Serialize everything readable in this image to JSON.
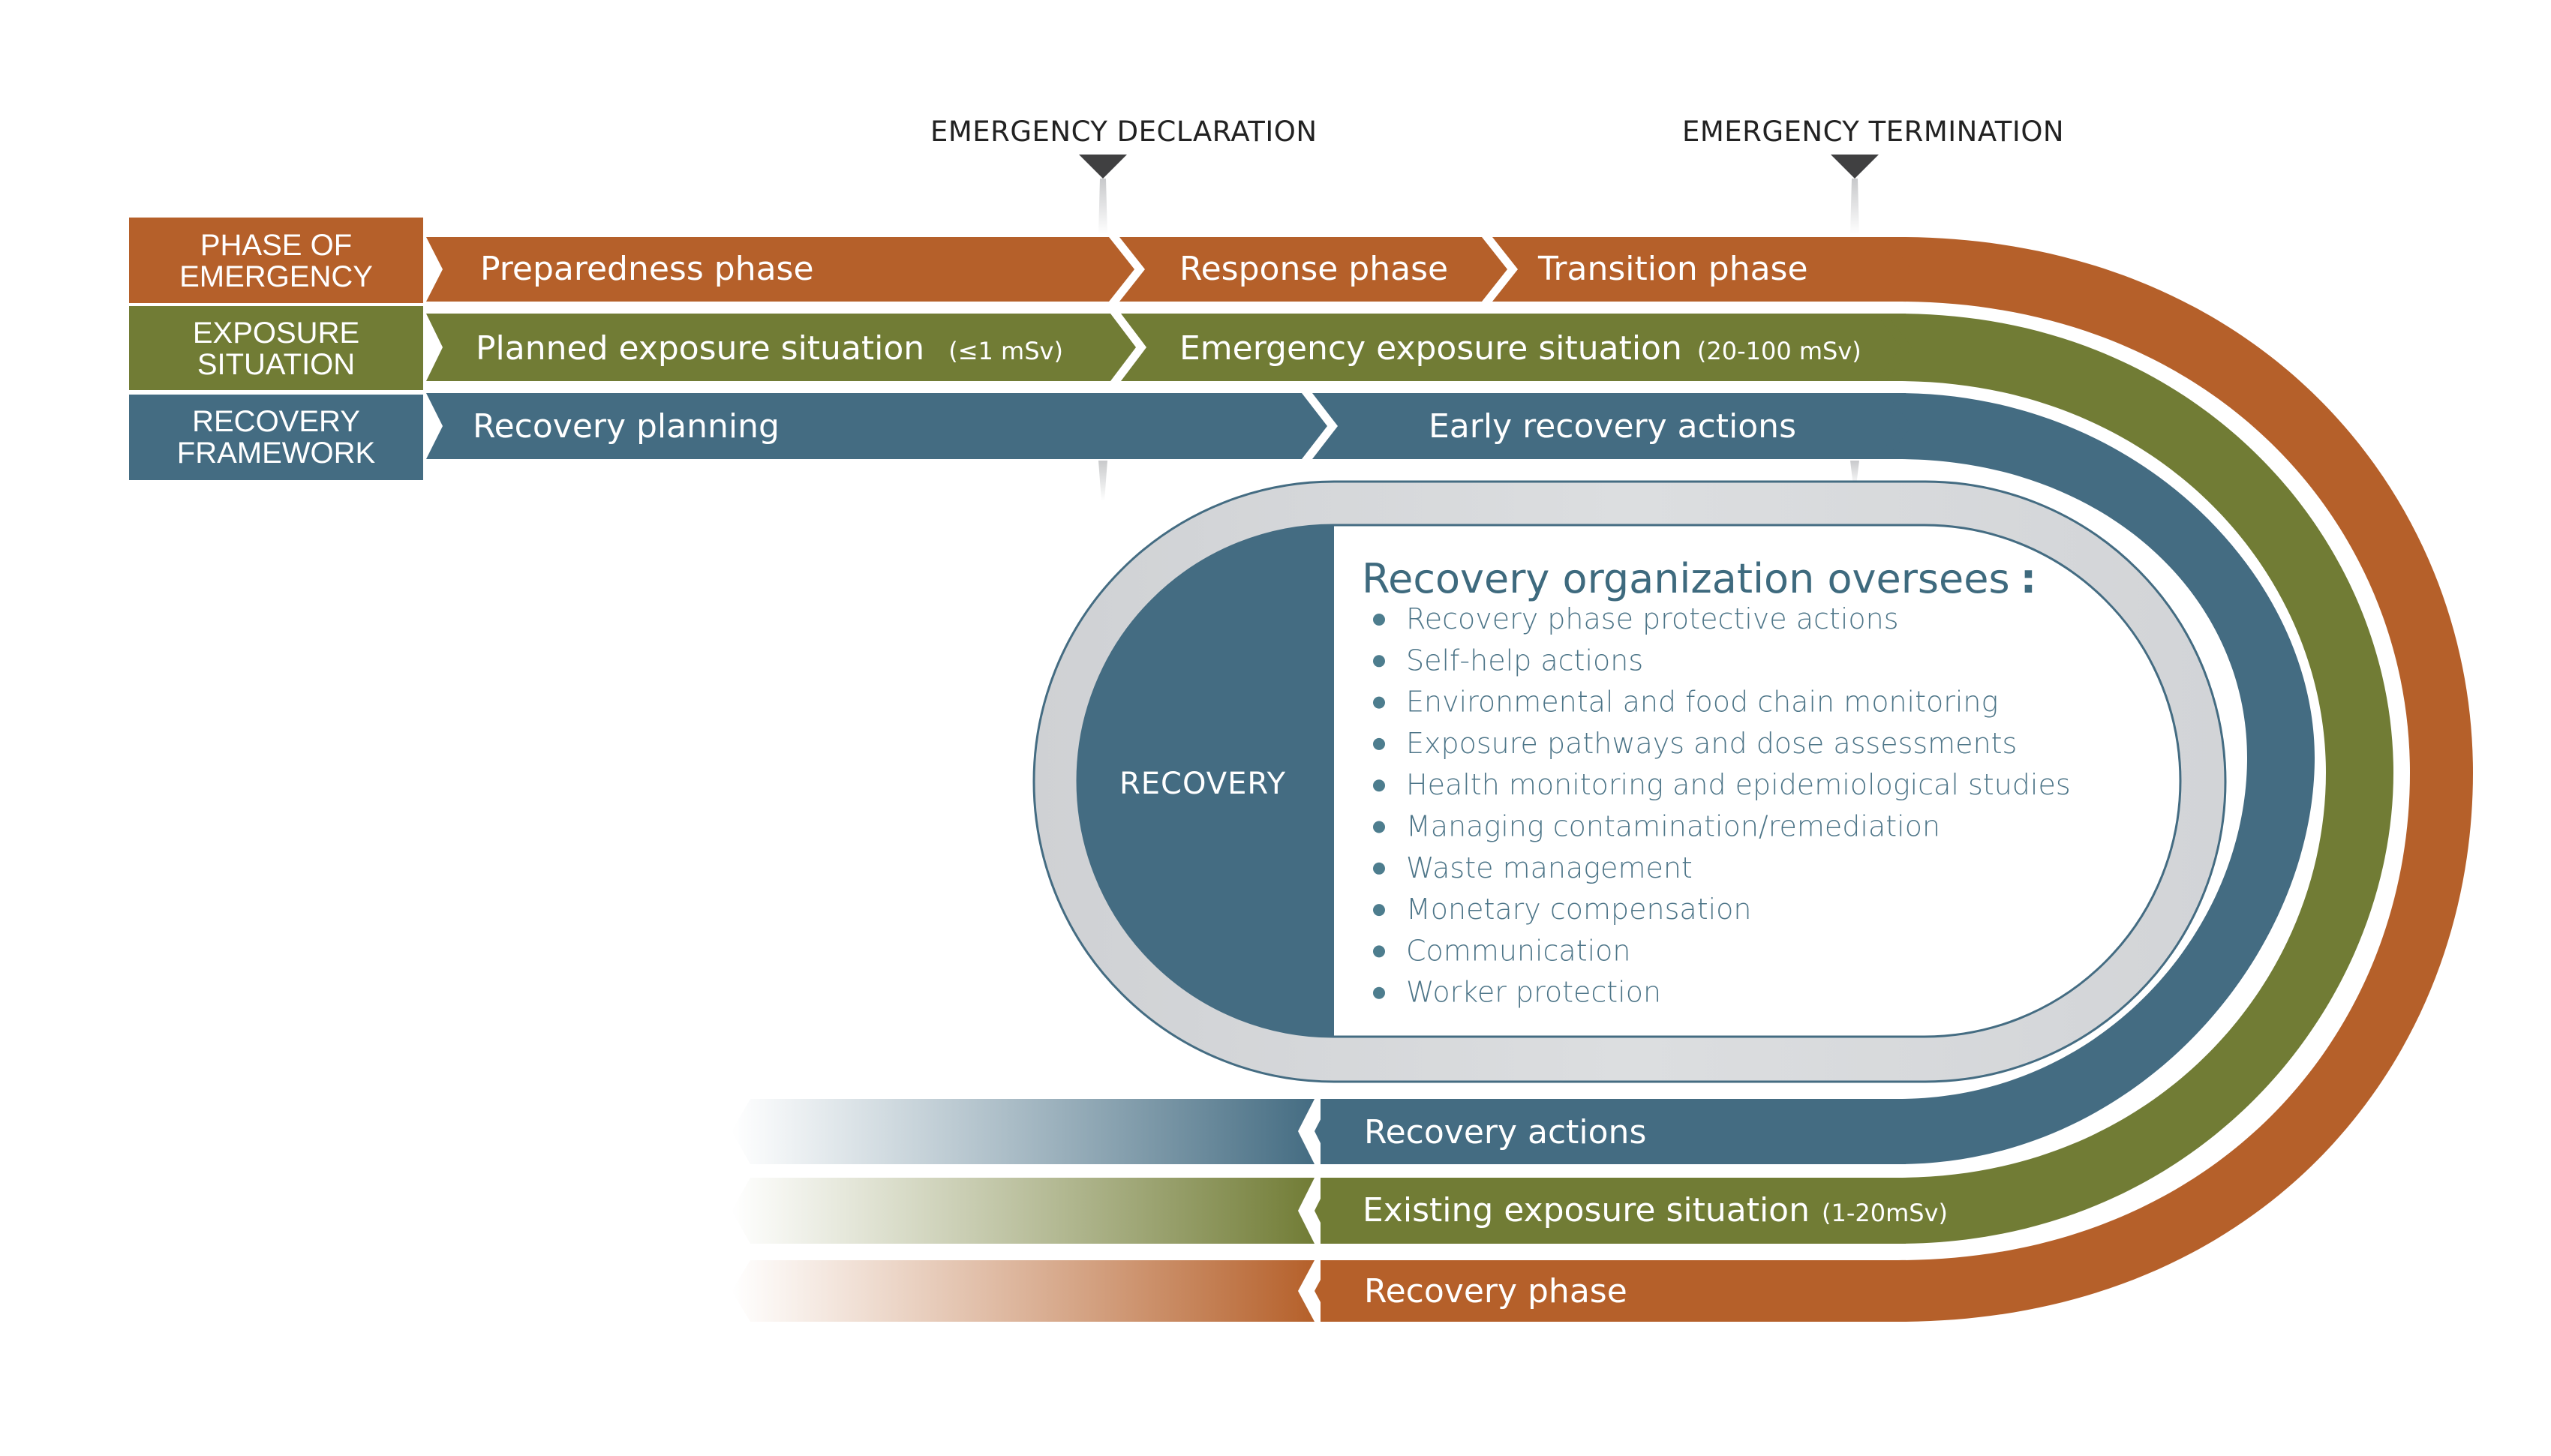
{
  "colors": {
    "phase": "#b5602a",
    "exposure": "#717c35",
    "recovery": "#446c82",
    "marker": "#404041",
    "pill_ring": "#d4d6d9",
    "pill_text": "#3e6a7e",
    "bullet": "#4d7d8e"
  },
  "markers": [
    {
      "label": "EMERGENCY DECLARATION"
    },
    {
      "label": "EMERGENCY TERMINATION"
    }
  ],
  "row_labels": [
    {
      "line1": "PHASE OF",
      "line2": "EMERGENCY"
    },
    {
      "line1": "EXPOSURE",
      "line2": "SITUATION"
    },
    {
      "line1": "RECOVERY",
      "line2": "FRAMEWORK"
    }
  ],
  "phase_row": {
    "segments": [
      "Preparedness phase",
      "Response phase",
      "Transition phase"
    ]
  },
  "exposure_row": {
    "segments": [
      {
        "label": "Planned exposure situation",
        "dose": "(≤1 mSv)"
      },
      {
        "label": "Emergency exposure situation",
        "dose": "(20-100 mSv)"
      }
    ]
  },
  "recovery_row": {
    "segments": [
      "Recovery planning",
      "Early recovery actions"
    ]
  },
  "return_bands": {
    "recovery_actions": "Recovery actions",
    "existing_exposure": {
      "label": "Existing exposure situation",
      "dose": "(1-20mSv)"
    },
    "recovery_phase": "Recovery phase"
  },
  "pill": {
    "left_label": "RECOVERY",
    "title": "Recovery organization oversees",
    "title_colon": ":",
    "items": [
      "Recovery phase protective actions",
      "Self-help actions",
      "Environmental and food chain monitoring",
      "Exposure pathways and dose assessments",
      "Health monitoring and epidemiological studies",
      "Managing contamination/remediation",
      "Waste management",
      "Monetary compensation",
      "Communication",
      "Worker protection"
    ]
  }
}
